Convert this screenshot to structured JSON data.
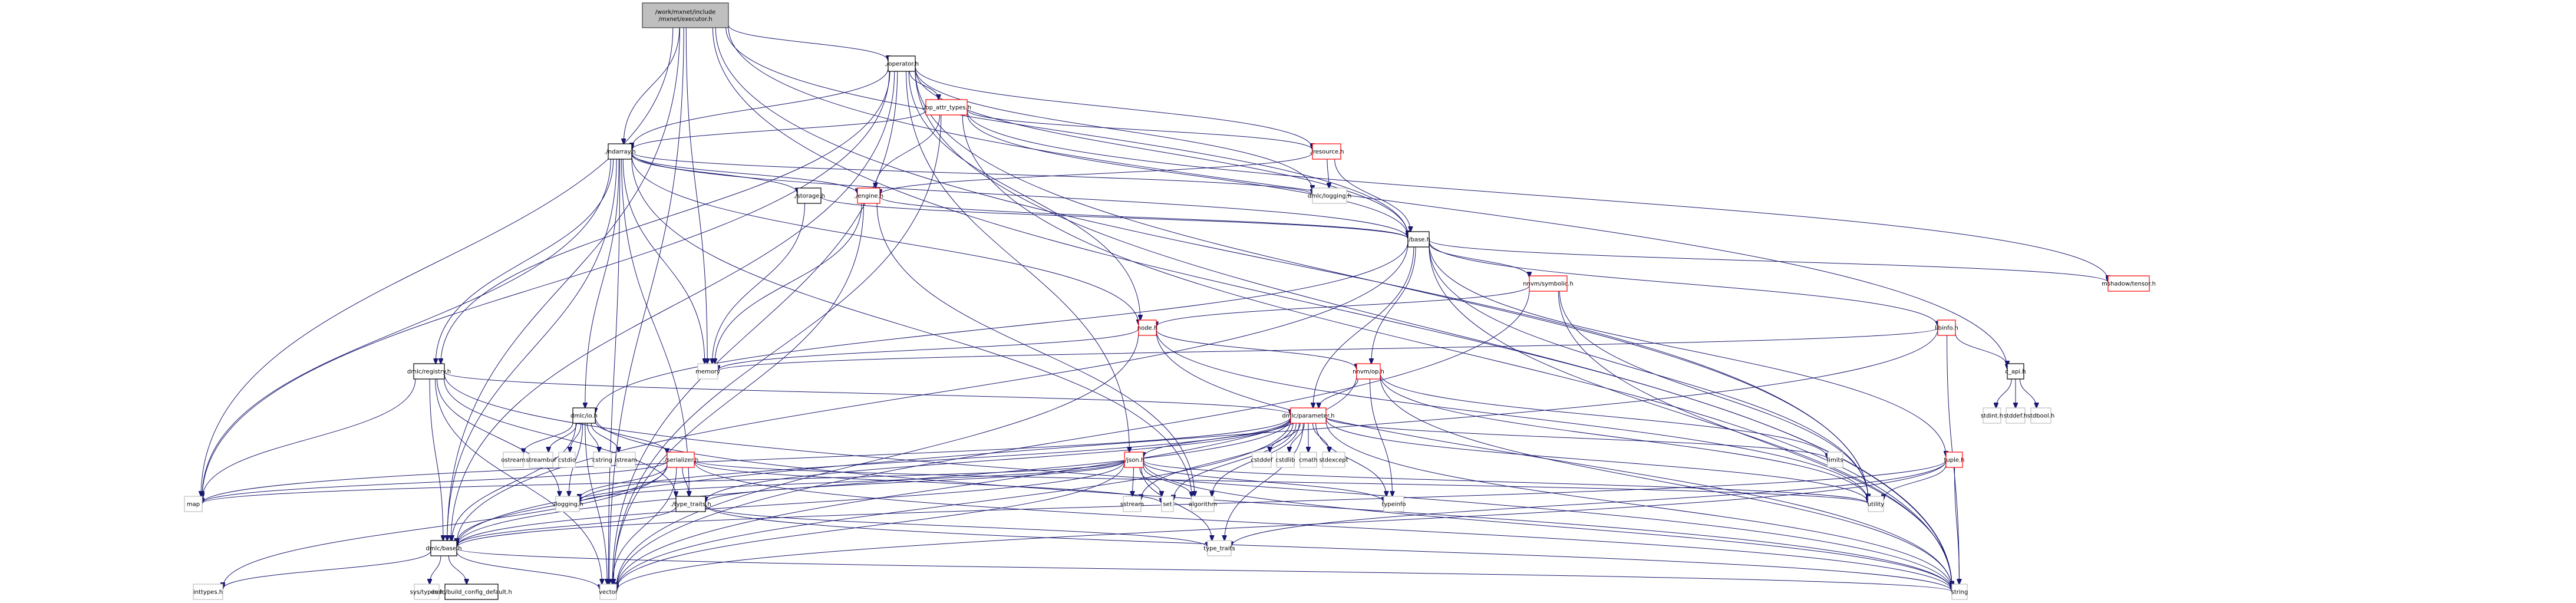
{
  "graph": {
    "title": "Include dependency graph for executor.h",
    "colors": {
      "edge": "#191970",
      "root_fill": "#bfbfbf",
      "root_border": "#404040",
      "documented_border": "#000000",
      "truncated_border": "#ff0000",
      "external_border": "#bfbfbf"
    },
    "nodes": [
      {
        "id": "executor",
        "label": [
          "/work/mxnet/include",
          "/mxnet/executor.h"
        ],
        "kind": "root"
      },
      {
        "id": "operator",
        "label": [
          "./operator.h"
        ],
        "kind": "documented"
      },
      {
        "id": "op_attr_types",
        "label": [
          "./op_attr_types.h"
        ],
        "kind": "truncated"
      },
      {
        "id": "ndarray",
        "label": [
          "./ndarray.h"
        ],
        "kind": "documented"
      },
      {
        "id": "storage",
        "label": [
          "./storage.h"
        ],
        "kind": "documented"
      },
      {
        "id": "engine",
        "label": [
          "./engine.h"
        ],
        "kind": "truncated"
      },
      {
        "id": "resource",
        "label": [
          "./resource.h"
        ],
        "kind": "truncated"
      },
      {
        "id": "dmlc_logging",
        "label": [
          "dmlc/logging.h"
        ],
        "kind": "external"
      },
      {
        "id": "base",
        "label": [
          "./base.h"
        ],
        "kind": "documented"
      },
      {
        "id": "nnvm_symbolic",
        "label": [
          "nnvm/symbolic.h"
        ],
        "kind": "truncated"
      },
      {
        "id": "mshadow_tensor",
        "label": [
          "mshadow/tensor.h"
        ],
        "kind": "truncated"
      },
      {
        "id": "node",
        "label": [
          "node.h"
        ],
        "kind": "truncated"
      },
      {
        "id": "nnvm_op",
        "label": [
          "nnvm/op.h"
        ],
        "kind": "truncated"
      },
      {
        "id": "libinfo",
        "label": [
          "libinfo.h"
        ],
        "kind": "truncated"
      },
      {
        "id": "c_api",
        "label": [
          "c_api.h"
        ],
        "kind": "documented"
      },
      {
        "id": "memory",
        "label": [
          "memory"
        ],
        "kind": "external"
      },
      {
        "id": "dmlc_registry",
        "label": [
          "dmlc/registry.h"
        ],
        "kind": "documented"
      },
      {
        "id": "dmlc_io",
        "label": [
          "dmlc/io.h"
        ],
        "kind": "documented"
      },
      {
        "id": "dmlc_parameter",
        "label": [
          "dmlc/parameter.h"
        ],
        "kind": "truncated"
      },
      {
        "id": "stdint",
        "label": [
          "stdint.h"
        ],
        "kind": "external"
      },
      {
        "id": "stddef",
        "label": [
          "stddef.h"
        ],
        "kind": "external"
      },
      {
        "id": "stdbool",
        "label": [
          "stdbool.h"
        ],
        "kind": "external"
      },
      {
        "id": "ostream",
        "label": [
          "ostream"
        ],
        "kind": "external"
      },
      {
        "id": "streambuf",
        "label": [
          "streambuf"
        ],
        "kind": "external"
      },
      {
        "id": "cstdio",
        "label": [
          "cstdio"
        ],
        "kind": "external"
      },
      {
        "id": "cstring",
        "label": [
          "cstring"
        ],
        "kind": "external"
      },
      {
        "id": "istream",
        "label": [
          "istream"
        ],
        "kind": "external"
      },
      {
        "id": "serializer",
        "label": [
          "./serializer.h"
        ],
        "kind": "truncated"
      },
      {
        "id": "json",
        "label": [
          "./json.h"
        ],
        "kind": "truncated"
      },
      {
        "id": "cstddef",
        "label": [
          "cstddef"
        ],
        "kind": "external"
      },
      {
        "id": "cstdlib",
        "label": [
          "cstdlib"
        ],
        "kind": "external"
      },
      {
        "id": "cmath",
        "label": [
          "cmath"
        ],
        "kind": "external"
      },
      {
        "id": "stdexcept",
        "label": [
          "stdexcept"
        ],
        "kind": "external"
      },
      {
        "id": "limits",
        "label": [
          "limits"
        ],
        "kind": "external"
      },
      {
        "id": "tuple",
        "label": [
          "tuple.h"
        ],
        "kind": "truncated"
      },
      {
        "id": "map",
        "label": [
          "map"
        ],
        "kind": "external"
      },
      {
        "id": "logging",
        "label": [
          "./logging.h"
        ],
        "kind": "external"
      },
      {
        "id": "type_traits_h",
        "label": [
          "./type_traits.h"
        ],
        "kind": "documented"
      },
      {
        "id": "sstream",
        "label": [
          "sstream"
        ],
        "kind": "external"
      },
      {
        "id": "set",
        "label": [
          "set"
        ],
        "kind": "external"
      },
      {
        "id": "algorithm",
        "label": [
          "algorithm"
        ],
        "kind": "external"
      },
      {
        "id": "typeinfo",
        "label": [
          "typeinfo"
        ],
        "kind": "external"
      },
      {
        "id": "utility",
        "label": [
          "utility"
        ],
        "kind": "external"
      },
      {
        "id": "type_traits",
        "label": [
          "type_traits"
        ],
        "kind": "external"
      },
      {
        "id": "dmlc_base",
        "label": [
          "dmlc/base.h"
        ],
        "kind": "documented"
      },
      {
        "id": "inttypes",
        "label": [
          "inttypes.h"
        ],
        "kind": "external"
      },
      {
        "id": "sys_types",
        "label": [
          "sys/types.h"
        ],
        "kind": "external"
      },
      {
        "id": "build_config",
        "label": [
          "dmlc/build_config_default.h"
        ],
        "kind": "documented"
      },
      {
        "id": "vector",
        "label": [
          "vector"
        ],
        "kind": "external"
      },
      {
        "id": "string",
        "label": [
          "string"
        ],
        "kind": "external"
      }
    ],
    "edges": [
      [
        "executor",
        "operator"
      ],
      [
        "executor",
        "ndarray"
      ],
      [
        "executor",
        "base"
      ],
      [
        "executor",
        "c_api"
      ],
      [
        "executor",
        "memory"
      ],
      [
        "executor",
        "map"
      ],
      [
        "executor",
        "vector"
      ],
      [
        "executor",
        "string"
      ],
      [
        "executor",
        "utility"
      ],
      [
        "executor",
        "dmlc_base"
      ],
      [
        "operator",
        "op_attr_types"
      ],
      [
        "operator",
        "ndarray"
      ],
      [
        "operator",
        "resource"
      ],
      [
        "operator",
        "dmlc_logging"
      ],
      [
        "operator",
        "base"
      ],
      [
        "operator",
        "dmlc_registry"
      ],
      [
        "operator",
        "node"
      ],
      [
        "operator",
        "json"
      ],
      [
        "operator",
        "map"
      ],
      [
        "operator",
        "vector"
      ],
      [
        "operator",
        "string"
      ],
      [
        "operator",
        "utility"
      ],
      [
        "operator",
        "dmlc_base"
      ],
      [
        "op_attr_types",
        "ndarray"
      ],
      [
        "op_attr_types",
        "engine"
      ],
      [
        "op_attr_types",
        "resource"
      ],
      [
        "op_attr_types",
        "base"
      ],
      [
        "op_attr_types",
        "mshadow_tensor"
      ],
      [
        "op_attr_types",
        "vector"
      ],
      [
        "op_attr_types",
        "string"
      ],
      [
        "ndarray",
        "storage"
      ],
      [
        "ndarray",
        "engine"
      ],
      [
        "ndarray",
        "dmlc_logging"
      ],
      [
        "ndarray",
        "base"
      ],
      [
        "ndarray",
        "node"
      ],
      [
        "ndarray",
        "dmlc_registry"
      ],
      [
        "ndarray",
        "dmlc_io"
      ],
      [
        "ndarray",
        "memory"
      ],
      [
        "ndarray",
        "map"
      ],
      [
        "ndarray",
        "vector"
      ],
      [
        "ndarray",
        "algorithm"
      ],
      [
        "ndarray",
        "dmlc_base"
      ],
      [
        "ndarray",
        "type_traits_h"
      ],
      [
        "storage",
        "base"
      ],
      [
        "storage",
        "memory"
      ],
      [
        "engine",
        "base"
      ],
      [
        "engine",
        "memory"
      ],
      [
        "engine",
        "vector"
      ],
      [
        "engine",
        "algorithm"
      ],
      [
        "resource",
        "dmlc_logging"
      ],
      [
        "resource",
        "engine"
      ],
      [
        "resource",
        "base"
      ],
      [
        "base",
        "dmlc_parameter"
      ],
      [
        "base",
        "nnvm_symbolic"
      ],
      [
        "base",
        "nnvm_op"
      ],
      [
        "base",
        "libinfo"
      ],
      [
        "base",
        "mshadow_tensor"
      ],
      [
        "base",
        "tuple"
      ],
      [
        "base",
        "dmlc_io"
      ],
      [
        "base",
        "string"
      ],
      [
        "base",
        "dmlc_base"
      ],
      [
        "base",
        "utility"
      ],
      [
        "nnvm_symbolic",
        "node"
      ],
      [
        "nnvm_symbolic",
        "vector"
      ],
      [
        "nnvm_symbolic",
        "string"
      ],
      [
        "nnvm_symbolic",
        "utility"
      ],
      [
        "node",
        "nnvm_op"
      ],
      [
        "node",
        "memory"
      ],
      [
        "node",
        "vector"
      ],
      [
        "node",
        "string"
      ],
      [
        "node",
        "utility"
      ],
      [
        "nnvm_op",
        "dmlc_parameter"
      ],
      [
        "nnvm_op",
        "limits"
      ],
      [
        "nnvm_op",
        "utility"
      ],
      [
        "nnvm_op",
        "typeinfo"
      ],
      [
        "nnvm_op",
        "vector"
      ],
      [
        "nnvm_op",
        "string"
      ],
      [
        "libinfo",
        "c_api"
      ],
      [
        "libinfo",
        "memory"
      ],
      [
        "libinfo",
        "string"
      ],
      [
        "libinfo",
        "dmlc_base"
      ],
      [
        "c_api",
        "stdint"
      ],
      [
        "c_api",
        "stddef"
      ],
      [
        "c_api",
        "stdbool"
      ],
      [
        "dmlc_registry",
        "dmlc_parameter"
      ],
      [
        "dmlc_registry",
        "map"
      ],
      [
        "dmlc_registry",
        "vector"
      ],
      [
        "dmlc_registry",
        "string"
      ],
      [
        "dmlc_registry",
        "logging"
      ],
      [
        "dmlc_registry",
        "dmlc_base"
      ],
      [
        "dmlc_registry",
        "type_traits_h"
      ],
      [
        "dmlc_io",
        "ostream"
      ],
      [
        "dmlc_io",
        "streambuf"
      ],
      [
        "dmlc_io",
        "cstdio"
      ],
      [
        "dmlc_io",
        "cstring"
      ],
      [
        "dmlc_io",
        "istream"
      ],
      [
        "dmlc_io",
        "serializer"
      ],
      [
        "dmlc_io",
        "logging"
      ],
      [
        "dmlc_io",
        "vector"
      ],
      [
        "dmlc_io",
        "string"
      ],
      [
        "dmlc_io",
        "dmlc_base"
      ],
      [
        "dmlc_parameter",
        "json"
      ],
      [
        "dmlc_parameter",
        "cstddef"
      ],
      [
        "dmlc_parameter",
        "cstdlib"
      ],
      [
        "dmlc_parameter",
        "cmath"
      ],
      [
        "dmlc_parameter",
        "stdexcept"
      ],
      [
        "dmlc_parameter",
        "limits"
      ],
      [
        "dmlc_parameter",
        "sstream"
      ],
      [
        "dmlc_parameter",
        "algorithm"
      ],
      [
        "dmlc_parameter",
        "typeinfo"
      ],
      [
        "dmlc_parameter",
        "utility"
      ],
      [
        "dmlc_parameter",
        "type_traits"
      ],
      [
        "dmlc_parameter",
        "dmlc_base"
      ],
      [
        "dmlc_parameter",
        "logging"
      ],
      [
        "dmlc_parameter",
        "type_traits_h"
      ],
      [
        "dmlc_parameter",
        "vector"
      ],
      [
        "dmlc_parameter",
        "string"
      ],
      [
        "dmlc_parameter",
        "map"
      ],
      [
        "dmlc_parameter",
        "set"
      ],
      [
        "serializer",
        "logging"
      ],
      [
        "serializer",
        "type_traits_h"
      ],
      [
        "serializer",
        "dmlc_base"
      ],
      [
        "serializer",
        "vector"
      ],
      [
        "serializer",
        "string"
      ],
      [
        "serializer",
        "map"
      ],
      [
        "serializer",
        "set"
      ],
      [
        "serializer",
        "utility"
      ],
      [
        "serializer",
        "inttypes"
      ],
      [
        "json",
        "sstream"
      ],
      [
        "json",
        "set"
      ],
      [
        "json",
        "algorithm"
      ],
      [
        "json",
        "typeinfo"
      ],
      [
        "json",
        "logging"
      ],
      [
        "json",
        "type_traits_h"
      ],
      [
        "json",
        "dmlc_base"
      ],
      [
        "json",
        "map"
      ],
      [
        "json",
        "vector"
      ],
      [
        "json",
        "string"
      ],
      [
        "json",
        "utility"
      ],
      [
        "json",
        "type_traits"
      ],
      [
        "tuple",
        "utility"
      ],
      [
        "tuple",
        "string"
      ],
      [
        "tuple",
        "vector"
      ],
      [
        "tuple",
        "dmlc_base"
      ],
      [
        "tuple",
        "type_traits"
      ],
      [
        "type_traits_h",
        "dmlc_base"
      ],
      [
        "type_traits_h",
        "type_traits"
      ],
      [
        "type_traits_h",
        "string"
      ],
      [
        "dmlc_base",
        "inttypes"
      ],
      [
        "dmlc_base",
        "sys_types"
      ],
      [
        "dmlc_base",
        "build_config"
      ],
      [
        "dmlc_base",
        "vector"
      ],
      [
        "dmlc_base",
        "string"
      ]
    ]
  }
}
